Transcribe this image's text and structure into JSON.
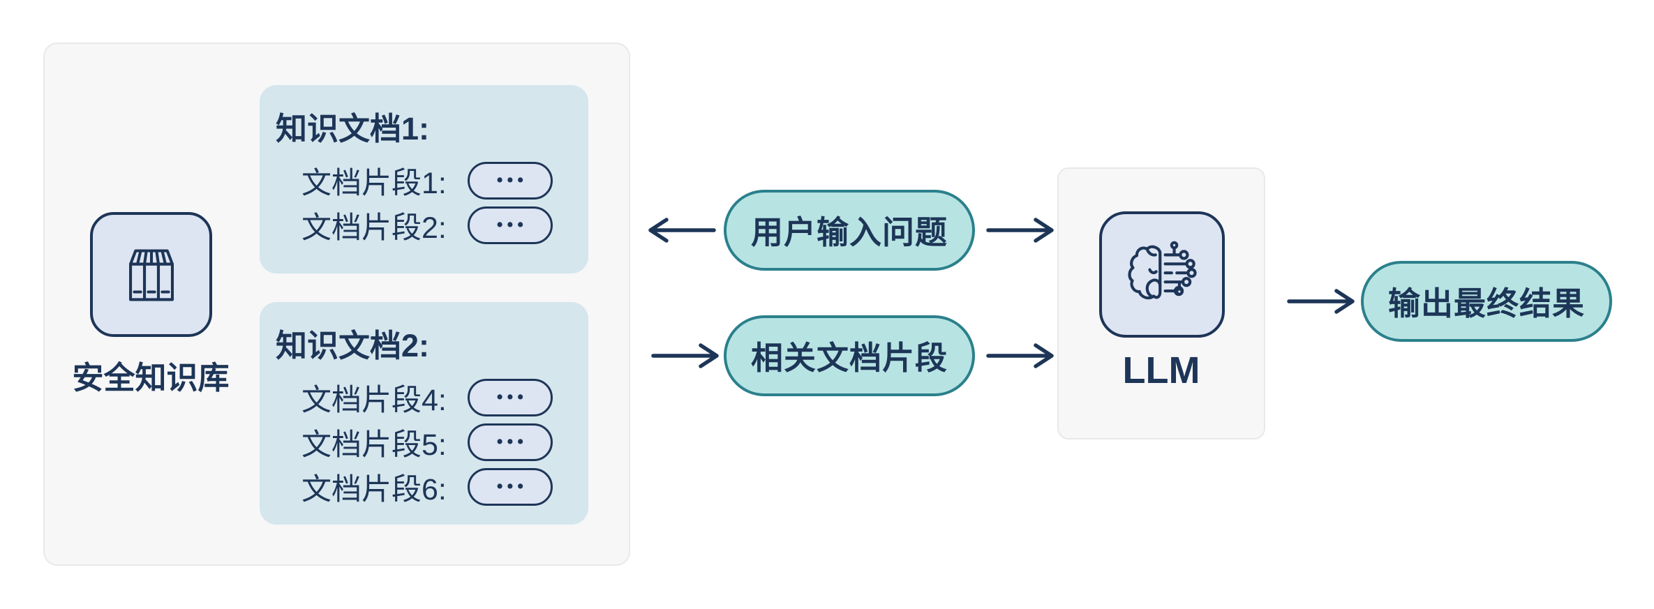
{
  "palette": {
    "navy": "#1d3557",
    "teal_border": "#2b808c",
    "teal_fill": "#b7e4e3",
    "card_blue": "#d5e6ed",
    "chip_fill": "#dde4f2",
    "panel_bg": "#f7f7f8",
    "panel_border": "#e9e9ea"
  },
  "knowledge_base": {
    "label": "安全知识库",
    "icon": "books-icon",
    "documents": [
      {
        "title": "知识文档1:",
        "fragments": [
          {
            "label": "文档片段1:",
            "value": "•••"
          },
          {
            "label": "文档片段2:",
            "value": "•••"
          }
        ]
      },
      {
        "title": "知识文档2:",
        "fragments": [
          {
            "label": "文档片段4:",
            "value": "•••"
          },
          {
            "label": "文档片段5:",
            "value": "•••"
          },
          {
            "label": "文档片段6:",
            "value": "•••"
          }
        ]
      }
    ]
  },
  "flow": {
    "user_query_pill": "用户输入问题",
    "related_fragments_pill": "相关文档片段",
    "output_pill": "输出最终结果"
  },
  "llm": {
    "label": "LLM",
    "icon": "brain-circuit-icon"
  }
}
